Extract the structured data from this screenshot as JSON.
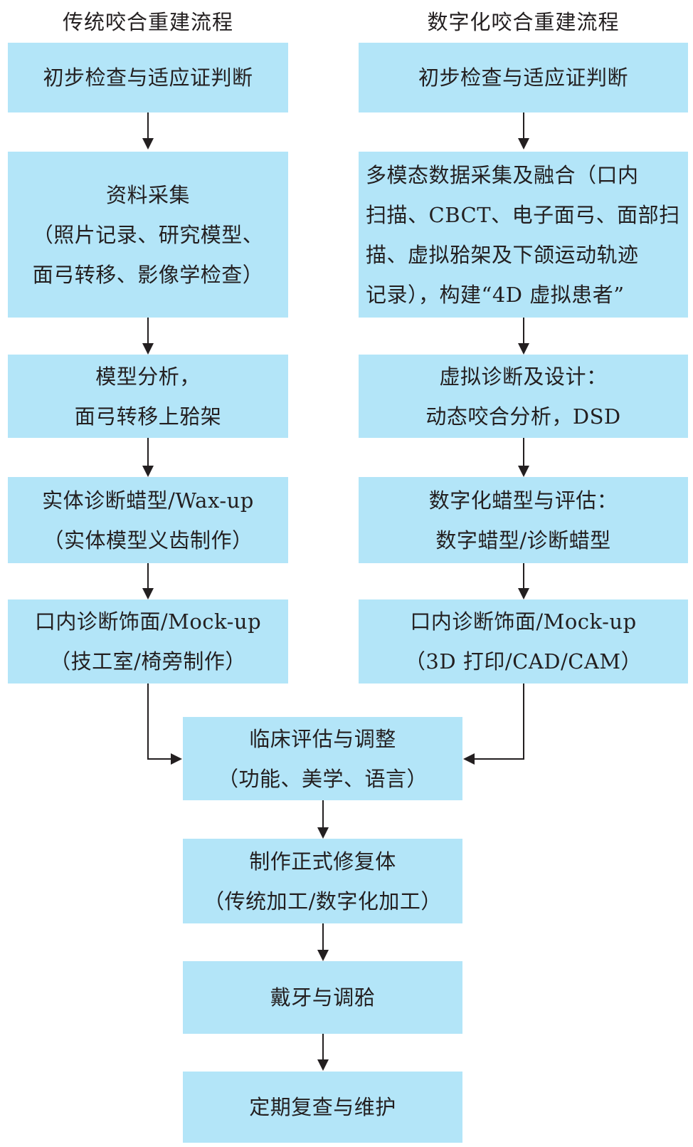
{
  "titles": {
    "left": "传统咬合重建流程",
    "right": "数字化咬合重建流程"
  },
  "left_column": [
    {
      "lines": [
        "初步检查与适应证判断"
      ]
    },
    {
      "lines": [
        "资料采集",
        "（照片记录、研究模型、",
        "面弓转移、影像学检查）"
      ]
    },
    {
      "lines": [
        "模型分析，",
        "面弓转移上𬌗架"
      ]
    },
    {
      "lines": [
        "实体诊断蜡型/Wax-up",
        "（实体模型义齿制作）"
      ]
    },
    {
      "lines": [
        "口内诊断饰面/Mock-up",
        "（技工室/椅旁制作）"
      ]
    }
  ],
  "right_column": [
    {
      "lines": [
        "初步检查与适应证判断"
      ]
    },
    {
      "lines": [
        "多模态数据采集及融合（口内",
        "扫描、CBCT、电子面弓、面部扫",
        "描、虚拟𬌗架及下颌运动轨迹",
        "记录），构建“4D 虚拟患者”"
      ]
    },
    {
      "lines": [
        "虚拟诊断及设计：",
        "动态咬合分析，DSD"
      ]
    },
    {
      "lines": [
        "数字化蜡型与评估：",
        "数字蜡型/诊断蜡型"
      ]
    },
    {
      "lines": [
        "口内诊断饰面/Mock-up",
        "（3D 打印/CAD/CAM）"
      ]
    }
  ],
  "shared_steps": [
    {
      "lines": [
        "临床评估与调整",
        "（功能、美学、语言）"
      ]
    },
    {
      "lines": [
        "制作正式修复体",
        "（传统加工/数字化加工）"
      ]
    },
    {
      "lines": [
        "戴牙与调𬌗"
      ]
    },
    {
      "lines": [
        "定期复查与维护"
      ]
    }
  ],
  "colors": {
    "box_fill": "#b3e5f8",
    "text": "#231f20",
    "arrow": "#231f20"
  }
}
